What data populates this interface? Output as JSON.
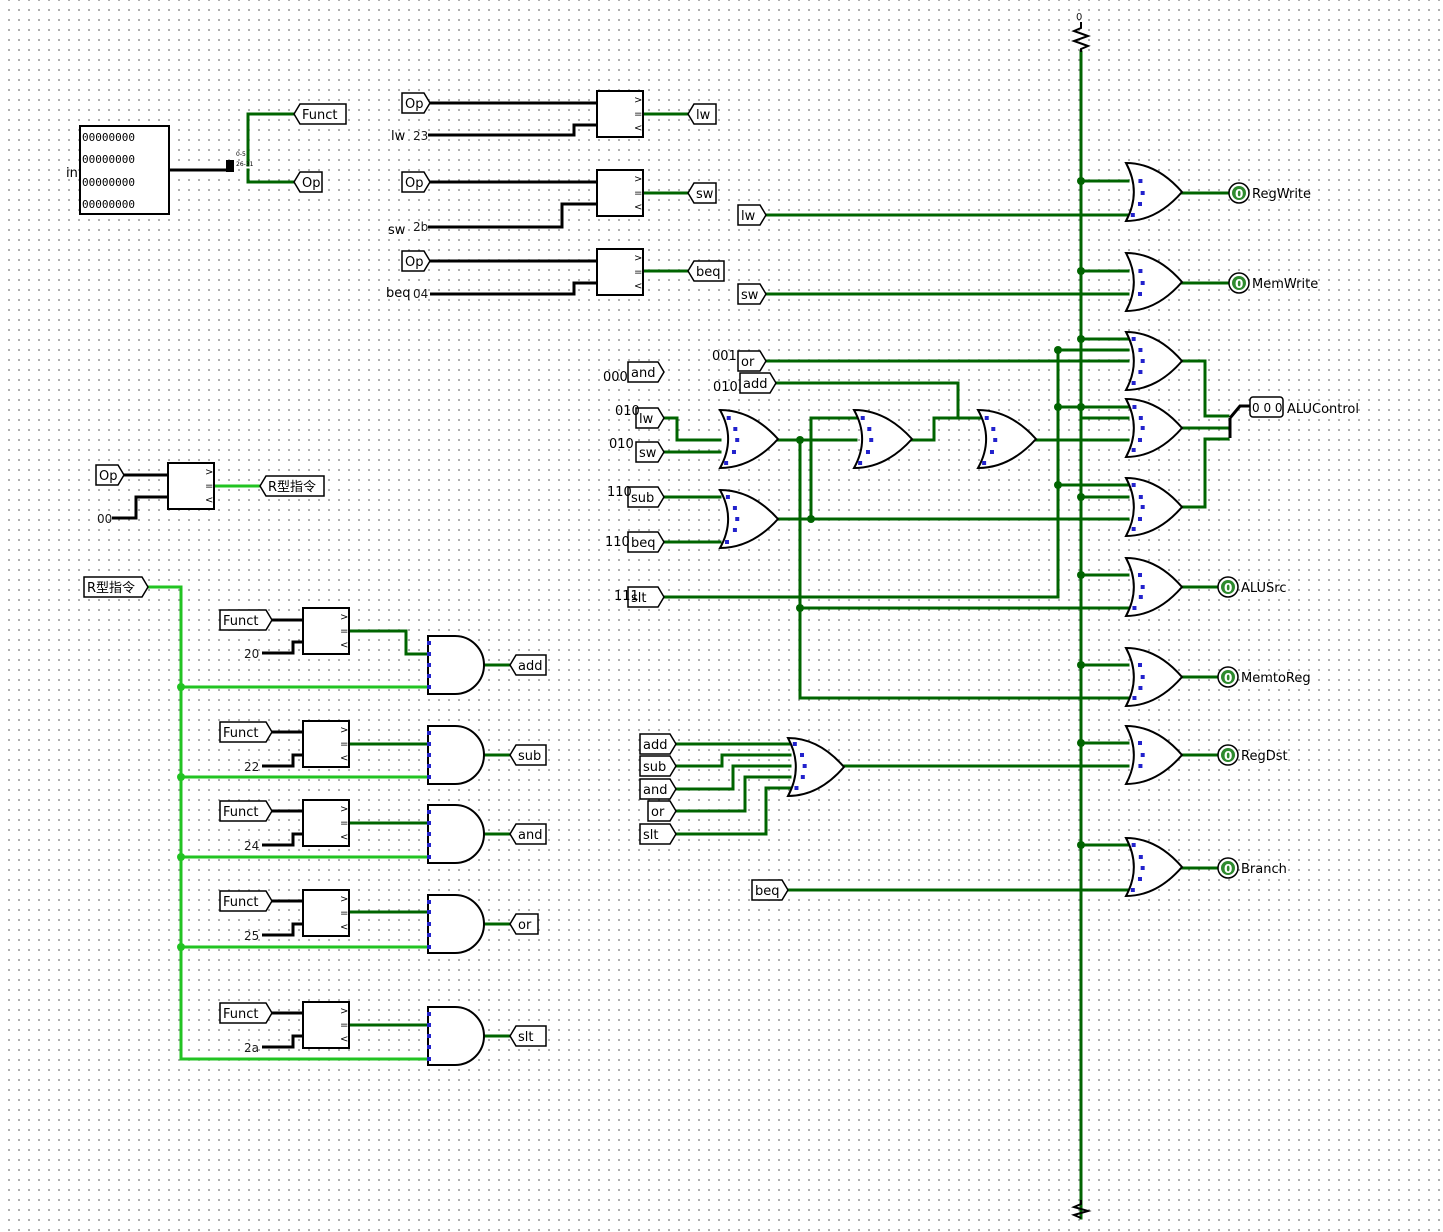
{
  "splitter": {
    "input_label": "in",
    "bits_low": "0-5",
    "bits_high": "26-31",
    "display_rows": [
      "00000000",
      "00000000",
      "00000000",
      "00000000"
    ]
  },
  "tunnels": {
    "funct": "Funct",
    "op": "Op",
    "lw": "lw",
    "sw": "sw",
    "beq": "beq",
    "rtype": "R型指令",
    "add": "add",
    "sub": "sub",
    "and": "and",
    "or": "or",
    "slt": "slt"
  },
  "constants": {
    "lw_op": "23",
    "sw_op": "2b",
    "beq_op": "04",
    "rtype_op": "00",
    "add_funct": "20",
    "sub_funct": "22",
    "and_funct": "24",
    "or_funct": "25",
    "slt_funct": "2a"
  },
  "side_labels": {
    "lw": "lw",
    "sw": "sw",
    "beq": "beq"
  },
  "alu_codes": {
    "or": "001",
    "add": "010",
    "and": "000",
    "lw": "010",
    "sw": "010",
    "sub": "110",
    "beq": "110",
    "slt": "111"
  },
  "comparator_symbols": {
    "gt": ">",
    "eq": "=",
    "lt": "<"
  },
  "pull_resistor_value": "0",
  "outputs": {
    "regwrite": "RegWrite",
    "memwrite": "MemWrite",
    "alucontrol": "ALUControl",
    "alusrc": "ALUSrc",
    "memtoreg": "MemtoReg",
    "regdst": "RegDst",
    "branch": "Branch"
  },
  "output_values": {
    "regwrite": "0",
    "memwrite": "0",
    "alusrc": "0",
    "memtoreg": "0",
    "regdst": "0",
    "branch": "0",
    "alucontrol": "0 0 0"
  }
}
